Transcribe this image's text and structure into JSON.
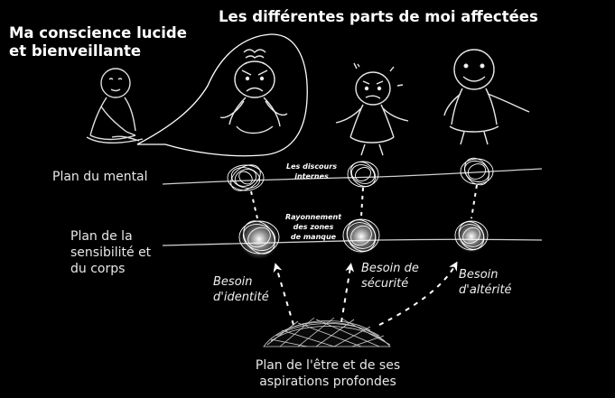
{
  "titles": {
    "conscience_line1": "Ma conscience lucide",
    "conscience_line2": "et bienveillante",
    "parts": "Les différentes parts de moi affectées"
  },
  "planes": {
    "mental": "Plan du mental",
    "sensibility_line1": "Plan de la",
    "sensibility_line2": "sensibilité et",
    "sensibility_line3": "du corps",
    "being_line1": "Plan de l'être et de ses",
    "being_line2": "aspirations profondes"
  },
  "annotations": {
    "discours_line1": "Les discours",
    "discours_line2": "internes",
    "rayonnement_line1": "Rayonnement",
    "rayonnement_line2": "des zones",
    "rayonnement_line3": "de manque"
  },
  "needs": {
    "identity_line1": "Besoin",
    "identity_line2": "d'identité",
    "security_line1": "Besoin de",
    "security_line2": "sécurité",
    "alterity_line1": "Besoin",
    "alterity_line2": "d'altérité"
  },
  "icons": {
    "meditator": "seated-figure-icon",
    "angry": "angry-figure-icon",
    "worried": "worried-figure-icon",
    "happy": "happy-figure-icon"
  },
  "colors": {
    "background": "#000000",
    "ink": "#ffffff"
  }
}
